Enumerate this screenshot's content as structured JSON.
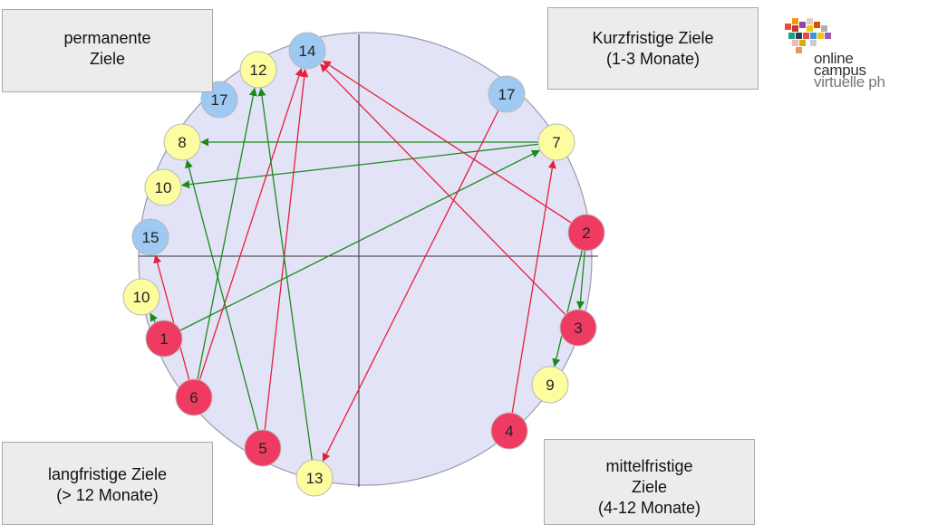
{
  "boxes": {
    "permanent": "permanente\nZiele",
    "short_term": "Kurzfristige Ziele\n(1-3 Monate)",
    "long_term": "langfristige Ziele\n(> 12 Monate)",
    "mid_term": "mittelfristige\nZiele\n(4-12 Monate)"
  },
  "logo": {
    "line1": "online",
    "line2": "campus",
    "line3": "virtuelle ph"
  },
  "colors": {
    "big_circle_fill": "#e3e3f7",
    "big_circle_stroke": "#9a9ab0",
    "yellow": "#fdfda0",
    "blue": "#9ec9f2",
    "red": "#ef3b62",
    "arrow_red": "#e5203a",
    "arrow_green": "#1b8a1b"
  },
  "nodes": [
    {
      "id": "n14",
      "label": "14",
      "color": "blue"
    },
    {
      "id": "n12",
      "label": "12",
      "color": "yellow"
    },
    {
      "id": "n17a",
      "label": "17",
      "color": "blue"
    },
    {
      "id": "n8",
      "label": "8",
      "color": "yellow"
    },
    {
      "id": "n10a",
      "label": "10",
      "color": "yellow"
    },
    {
      "id": "n15",
      "label": "15",
      "color": "blue"
    },
    {
      "id": "n10b",
      "label": "10",
      "color": "yellow"
    },
    {
      "id": "n1",
      "label": "1",
      "color": "red"
    },
    {
      "id": "n6",
      "label": "6",
      "color": "red"
    },
    {
      "id": "n5",
      "label": "5",
      "color": "red"
    },
    {
      "id": "n13",
      "label": "13",
      "color": "yellow"
    },
    {
      "id": "n17b",
      "label": "17",
      "color": "blue"
    },
    {
      "id": "n7",
      "label": "7",
      "color": "yellow"
    },
    {
      "id": "n2",
      "label": "2",
      "color": "red"
    },
    {
      "id": "n3",
      "label": "3",
      "color": "red"
    },
    {
      "id": "n9",
      "label": "9",
      "color": "yellow"
    },
    {
      "id": "n4",
      "label": "4",
      "color": "red"
    }
  ],
  "arrows": [
    {
      "from": "n7",
      "to": "n8",
      "color": "green"
    },
    {
      "from": "n7",
      "to": "n10a",
      "color": "green"
    },
    {
      "from": "n1",
      "to": "n7",
      "color": "green"
    },
    {
      "from": "n1",
      "to": "n10b",
      "color": "green"
    },
    {
      "from": "n6",
      "to": "n15",
      "color": "red"
    },
    {
      "from": "n6",
      "to": "n12",
      "color": "green"
    },
    {
      "from": "n6",
      "to": "n14",
      "color": "red"
    },
    {
      "from": "n5",
      "to": "n14",
      "color": "red"
    },
    {
      "from": "n5",
      "to": "n8",
      "color": "green"
    },
    {
      "from": "n13",
      "to": "n12",
      "color": "green"
    },
    {
      "from": "n17b",
      "to": "n13",
      "color": "red"
    },
    {
      "from": "n2",
      "to": "n14",
      "color": "red"
    },
    {
      "from": "n3",
      "to": "n14",
      "color": "red"
    },
    {
      "from": "n2",
      "to": "n3",
      "color": "green"
    },
    {
      "from": "n2",
      "to": "n9",
      "color": "green"
    },
    {
      "from": "n4",
      "to": "n7",
      "color": "red"
    }
  ]
}
